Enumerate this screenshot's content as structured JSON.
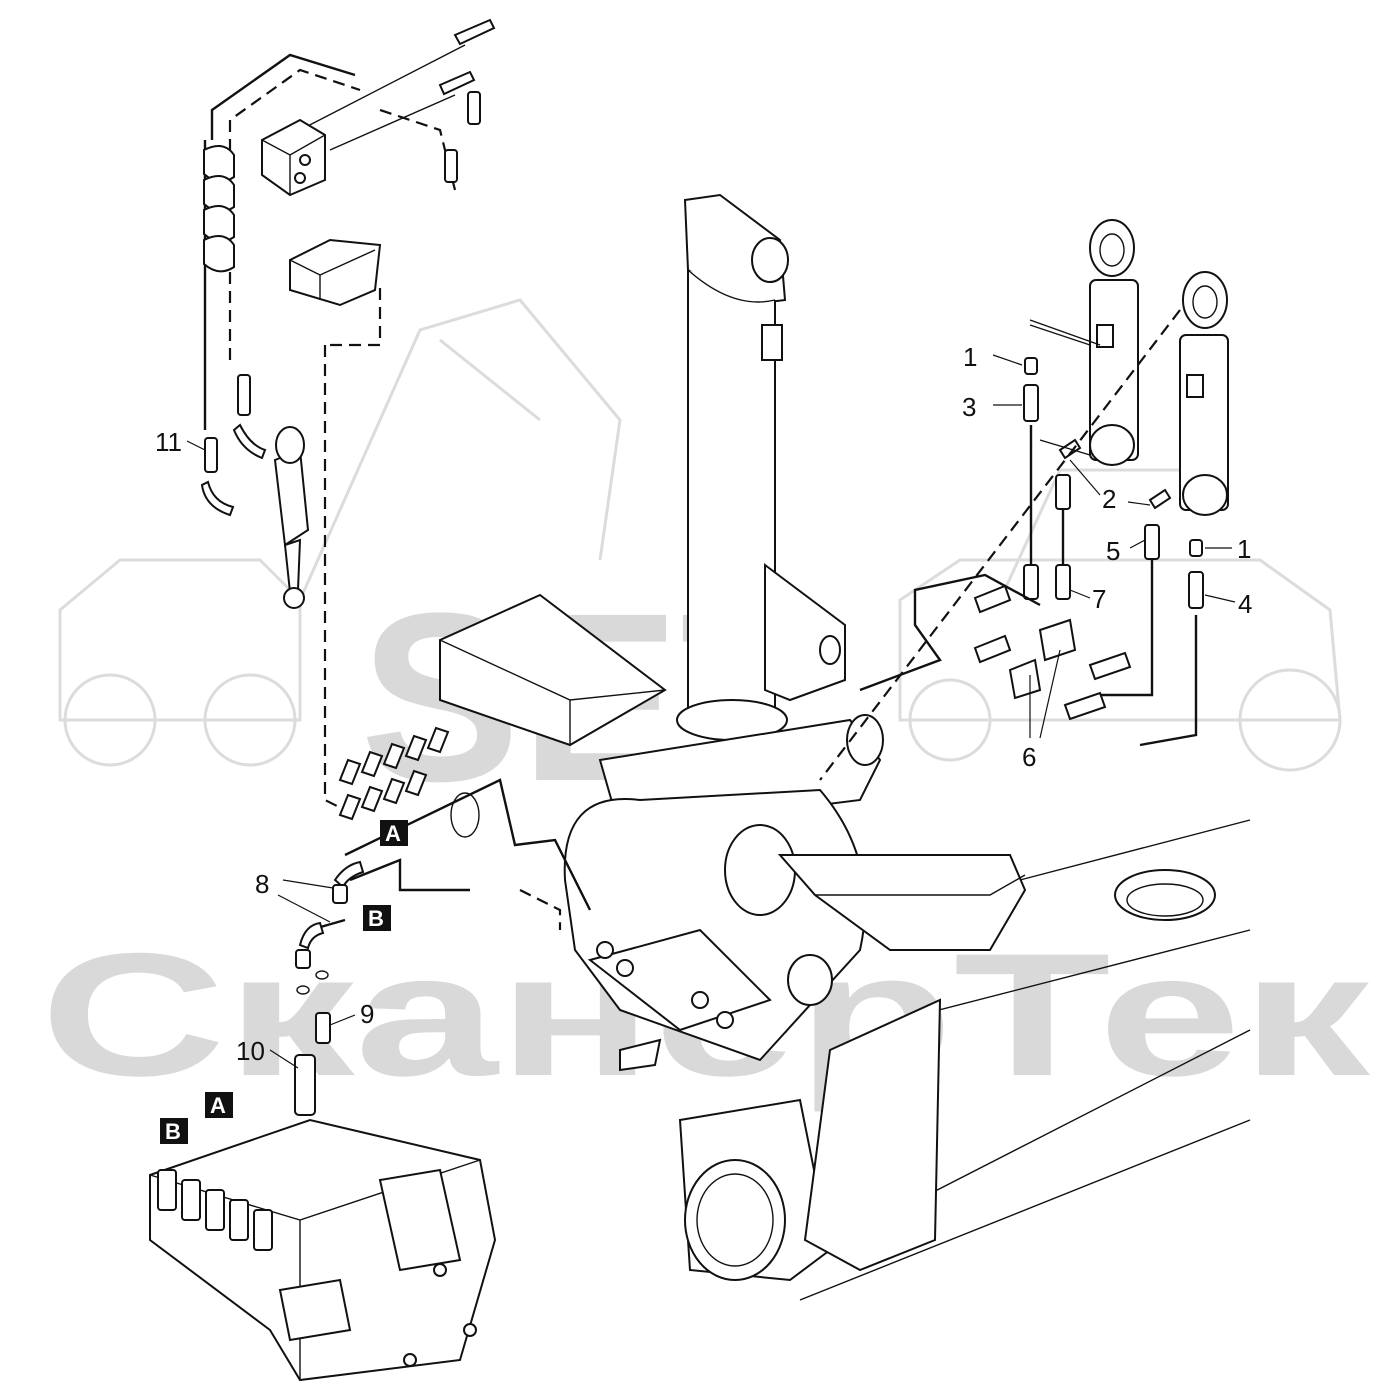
{
  "watermark": {
    "logo_text": "SET",
    "company_text": "СканерТек",
    "color": "#d9d9d9"
  },
  "callouts": [
    "1",
    "3",
    "11",
    "2",
    "5",
    "1",
    "4",
    "7",
    "6",
    "8",
    "9",
    "10"
  ],
  "sections": [
    "A",
    "B",
    "B",
    "A"
  ],
  "colors": {
    "line": "#111111",
    "background": "#ffffff",
    "badge": "#111111"
  }
}
